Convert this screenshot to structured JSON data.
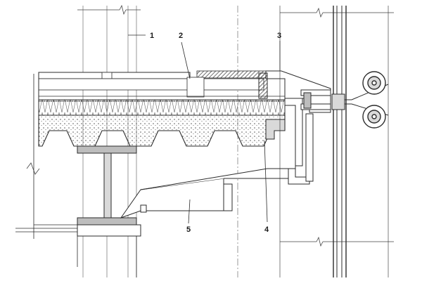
{
  "labels": {
    "l1": "1",
    "l2": "2",
    "l3": "3",
    "l4": "4",
    "l5": "5"
  },
  "colors": {
    "line": "#2b2b2b",
    "hatch": "#8a8a8a",
    "fill_light": "#d9d9d9",
    "fill_mid": "#bdbdbd",
    "paper": "#ffffff"
  }
}
